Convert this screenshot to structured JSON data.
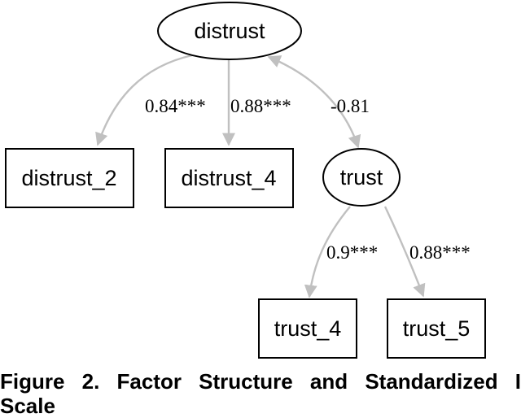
{
  "diagram": {
    "nodes": {
      "distrust": {
        "label": "distrust",
        "shape": "ellipse"
      },
      "trust": {
        "label": "trust",
        "shape": "ellipse"
      },
      "distrust_2": {
        "label": "distrust_2",
        "shape": "box"
      },
      "distrust_4": {
        "label": "distrust_4",
        "shape": "box"
      },
      "trust_4": {
        "label": "trust_4",
        "shape": "box"
      },
      "trust_5": {
        "label": "trust_5",
        "shape": "box"
      }
    },
    "edges": [
      {
        "from": "distrust",
        "to": "distrust_2",
        "label": "0.84***"
      },
      {
        "from": "distrust",
        "to": "distrust_4",
        "label": "0.88***"
      },
      {
        "from": "distrust",
        "to": "trust",
        "label": "-0.81",
        "bidirectional": true
      },
      {
        "from": "trust",
        "to": "trust_4",
        "label": "0.9***"
      },
      {
        "from": "trust",
        "to": "trust_5",
        "label": "0.88***"
      }
    ],
    "colors": {
      "edge": "#c0c0c0",
      "node_stroke": "#000000"
    }
  },
  "caption": {
    "line1": "Figure 2. Factor Structure and Standardized I",
    "line2": "Scale"
  }
}
